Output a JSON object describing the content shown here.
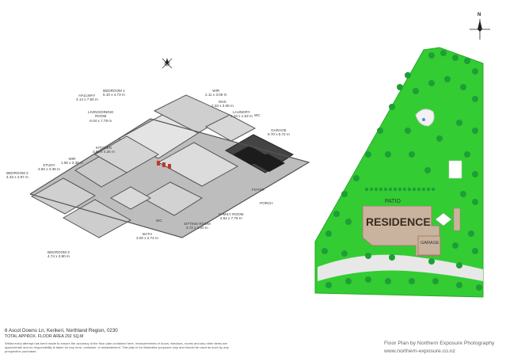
{
  "compass_label": "N",
  "rooms": [
    {
      "key": "hallway",
      "name": "HALLWAY",
      "dim": "4.14 x 7.60 m"
    },
    {
      "key": "bedroom1",
      "name": "BEDROOM 1",
      "dim": "5.10 x 4.73 m"
    },
    {
      "key": "wir1",
      "name": "WIR",
      "dim": "2.11 x 3.08 m"
    },
    {
      "key": "ens",
      "name": "ENS",
      "dim": "2.33 x 3.08 m"
    },
    {
      "key": "laundry",
      "name": "LAUNDRY",
      "dim": "3.23 x 1.63 m"
    },
    {
      "key": "wc1",
      "name": "WC",
      "dim": ""
    },
    {
      "key": "living",
      "name": "LIVING/DINING\nROOM",
      "dim": "6.04 x 7.79 m"
    },
    {
      "key": "garage",
      "name": "GARAGE",
      "dim": "9.70 x 6.72 m"
    },
    {
      "key": "kitchen",
      "name": "KITCHEN",
      "dim": "3.60 x 4.26 m"
    },
    {
      "key": "wir2",
      "name": "WIR",
      "dim": "1.96 x 3.38 m"
    },
    {
      "key": "study",
      "name": "STUDY",
      "dim": "3.60 x 3.38 m"
    },
    {
      "key": "bedroom2",
      "name": "BEDROOM 2",
      "dim": "4.33 x 4.97 m"
    },
    {
      "key": "foyer",
      "name": "FOYER",
      "dim": ""
    },
    {
      "key": "porch",
      "name": "PORCH",
      "dim": ""
    },
    {
      "key": "family",
      "name": "FAMILY ROOM",
      "dim": "4.82 x 7.79 m"
    },
    {
      "key": "wc2",
      "name": "WC",
      "dim": ""
    },
    {
      "key": "sitting",
      "name": "SITTING ROOM",
      "dim": "3.72 x 4.50 m"
    },
    {
      "key": "bath",
      "name": "BATH",
      "dim": "3.00 x 2.74 m"
    },
    {
      "key": "bedroom3",
      "name": "BEDROOM 3",
      "dim": "4.74 x 3.90 m"
    }
  ],
  "site": {
    "residence_label": "RESIDENCE",
    "patio_label": "PATIO",
    "garage_label": "GARAGE",
    "colors": {
      "lawn": "#33cc33",
      "lawn_edge": "#2aa82a",
      "tree": "#1e9e36",
      "residence": "#c9b39f",
      "residence_edge": "#a3806a",
      "driveway": "#e8e8e8",
      "pond": "#f2f2f2"
    }
  },
  "footer": {
    "address": "6 Ascot Downs Ln, Kerikeri, Northland Region, 0230",
    "area": "TOTAL APPROX. FLOOR AREA 292 SQ.M",
    "disclaimer": "Whilst every attempt has been made to ensure the accuracy of the floor plan contained here, measurements of doors, windows, rooms and any other items are approximate and no responsibility is taken for any error, omission, or misstatement. This plan is for illustrative purposes only and should be used as such by any prospective purchaser.",
    "credit": "Floor Plan by Northern Exposure Photography",
    "url": "www.northern-exposure.co.nz"
  }
}
